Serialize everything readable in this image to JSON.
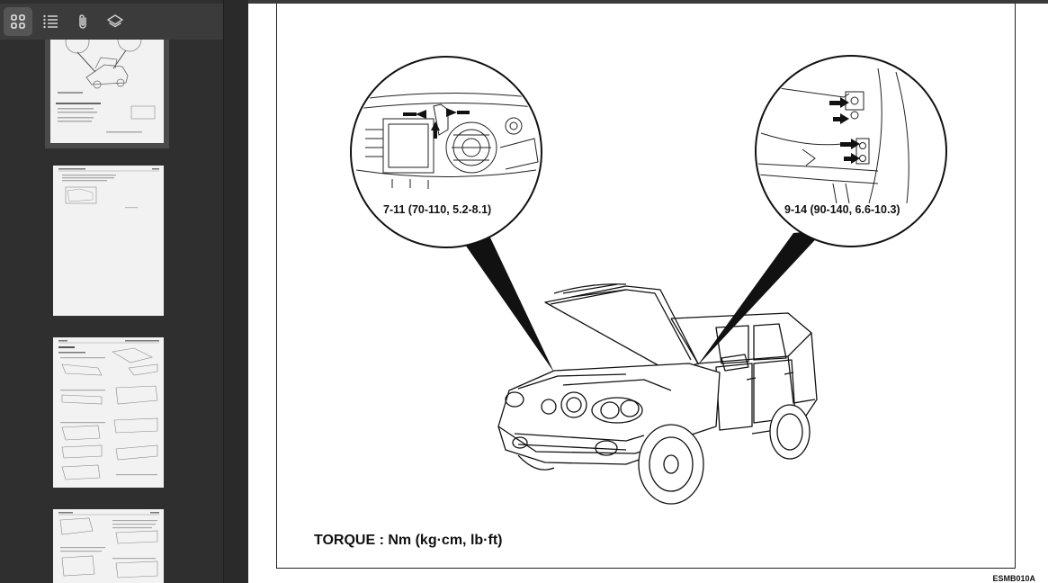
{
  "toolbar": {
    "buttons": [
      {
        "name": "thumbnails",
        "icon": "grid-icon",
        "active": true
      },
      {
        "name": "outline",
        "icon": "list-icon",
        "active": false
      },
      {
        "name": "attachments",
        "icon": "paperclip-icon",
        "active": false
      },
      {
        "name": "layers",
        "icon": "layers-icon",
        "active": false
      }
    ]
  },
  "document": {
    "callout_left": "7-11 (70-110, 5.2-8.1)",
    "callout_right": "9-14 (90-140, 6.6-10.3)",
    "torque_label": "TORQUE : Nm (kg·cm, lb·ft)",
    "figure_code": "ESMB010A"
  },
  "colors": {
    "sidebar_bg": "#2f2f2f",
    "toolbar_bg": "#3b3b3b",
    "page_bg": "#ffffff",
    "thumb_bg": "#f2f2f2"
  }
}
